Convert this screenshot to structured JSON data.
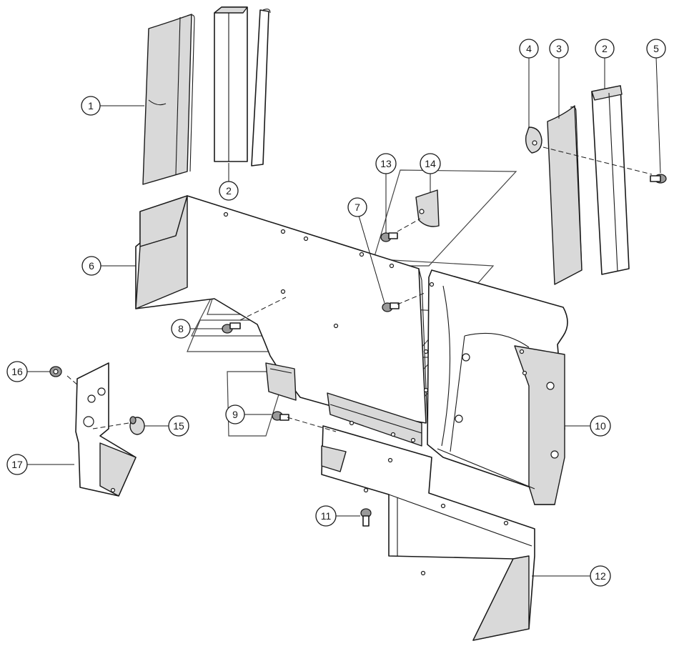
{
  "callouts": [
    {
      "id": "c1",
      "label": "1"
    },
    {
      "id": "c2a",
      "label": "2"
    },
    {
      "id": "c2b",
      "label": "2"
    },
    {
      "id": "c3",
      "label": "3"
    },
    {
      "id": "c4",
      "label": "4"
    },
    {
      "id": "c5",
      "label": "5"
    },
    {
      "id": "c6",
      "label": "6"
    },
    {
      "id": "c7",
      "label": "7"
    },
    {
      "id": "c8",
      "label": "8"
    },
    {
      "id": "c9",
      "label": "9"
    },
    {
      "id": "c10",
      "label": "10"
    },
    {
      "id": "c11",
      "label": "11"
    },
    {
      "id": "c12",
      "label": "12"
    },
    {
      "id": "c13",
      "label": "13"
    },
    {
      "id": "c14",
      "label": "14"
    },
    {
      "id": "c15",
      "label": "15"
    },
    {
      "id": "c16",
      "label": "16"
    },
    {
      "id": "c17",
      "label": "17"
    }
  ],
  "colors": {
    "line": "#1a1a1a",
    "shade": "#d9d9d9",
    "background": "#ffffff"
  }
}
